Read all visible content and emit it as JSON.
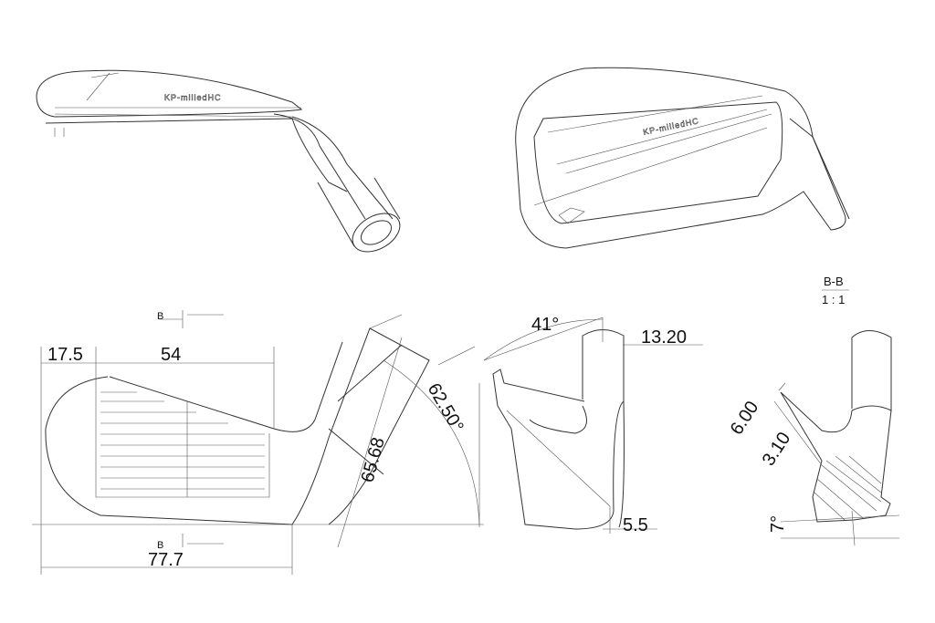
{
  "views": {
    "top_left": {
      "logo": "KP-milledHC"
    },
    "top_right": {
      "logo": "KP-milledHC"
    }
  },
  "front_view": {
    "section_marker_top": "B",
    "section_marker_bottom": "B",
    "dimensions": {
      "toe_offset": "17.5",
      "groove_width": "54",
      "overall_length": "77.7",
      "hosel_length": "65.68",
      "lie_angle": "62.50°"
    }
  },
  "side_view": {
    "dimensions": {
      "loft_angle": "41°",
      "hosel_diameter": "13.20",
      "sole_offset": "5.5"
    }
  },
  "section_view": {
    "title": "B-B",
    "scale": "1 : 1",
    "dimensions": {
      "face_thickness_top": "6.00",
      "face_thickness_mid": "3.10",
      "bounce_angle": "7°"
    }
  }
}
